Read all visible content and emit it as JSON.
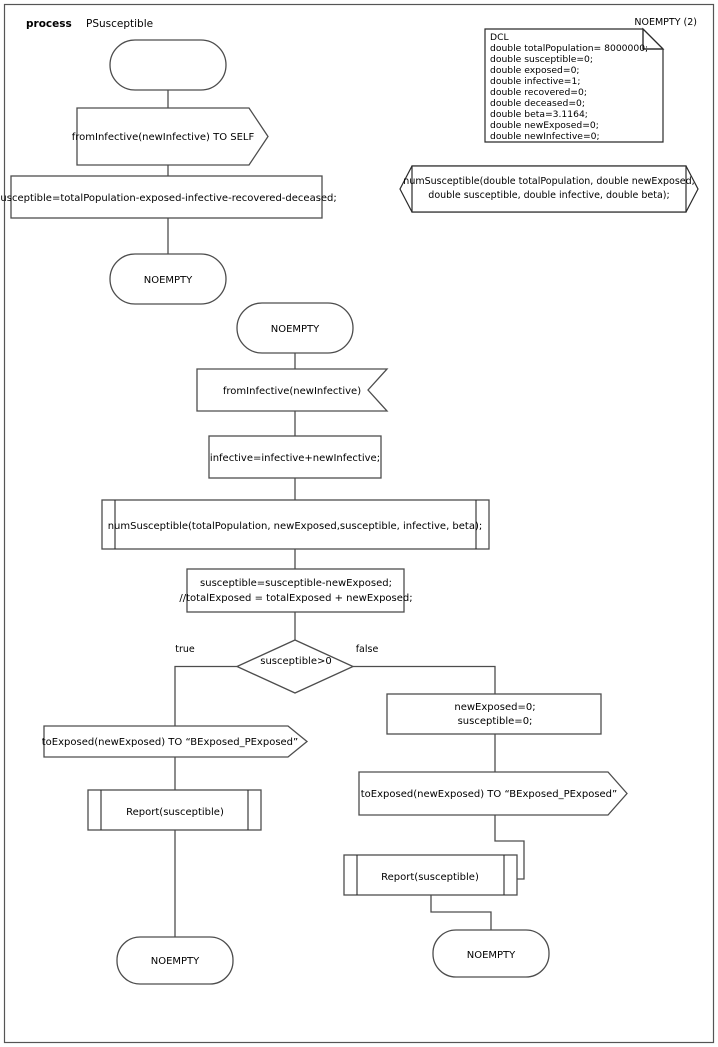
{
  "diagram": {
    "type": "sdl-process-flowchart",
    "header": {
      "keyword": "process",
      "process_name": "PSusceptible"
    },
    "note": {
      "corner_label": "NOEMPTY (2)",
      "title": "DCL",
      "declarations": [
        "double totalPopulation= 8000000;",
        "double susceptible=0;",
        "double exposed=0;",
        "double infective=1;",
        "double recovered=0;",
        "double deceased=0;",
        "double beta=3.1164;",
        "double newExposed=0;",
        "double newInfective=0;"
      ]
    },
    "procedure_decl": {
      "line1": "numSusceptible(double totalPopulation, double newExposed,",
      "line2": "double susceptible, double infective, double beta);"
    },
    "nodes": {
      "start_state": "",
      "output_to_self": "fromInfective(newInfective) TO SELF",
      "task_susceptible": "susceptible=totalPopulation-exposed-infective-recovered-deceased;",
      "state_noempty_1": "NOEMPTY",
      "state_noempty_2": "NOEMPTY",
      "input_from_infective": "fromInfective(newInfective)",
      "task_infective": "infective=infective+newInfective;",
      "call_num_susceptible": "numSusceptible(totalPopulation, newExposed,susceptible, infective, beta);",
      "task_exposed_line1": "susceptible=susceptible-newExposed;",
      "task_exposed_line2": "//totalExposed = totalExposed + newExposed;",
      "decision": "susceptible>0",
      "branch_true": "true",
      "branch_false": "false",
      "output_true": "toExposed(newExposed) TO “BExposed_PExposed”",
      "call_report_true": "Report(susceptible)",
      "state_end_true": "NOEMPTY",
      "task_reset_line1": "newExposed=0;",
      "task_reset_line2": "susceptible=0;",
      "output_false": "toExposed(newExposed) TO “BExposed_PExposed”",
      "call_report_false": "Report(susceptible)",
      "state_end_false": "NOEMPTY"
    },
    "colors": {
      "background": "#ffffff",
      "frame_stroke": "#555555",
      "shape_stroke": "#4d4d4d",
      "text": "#000000"
    }
  }
}
